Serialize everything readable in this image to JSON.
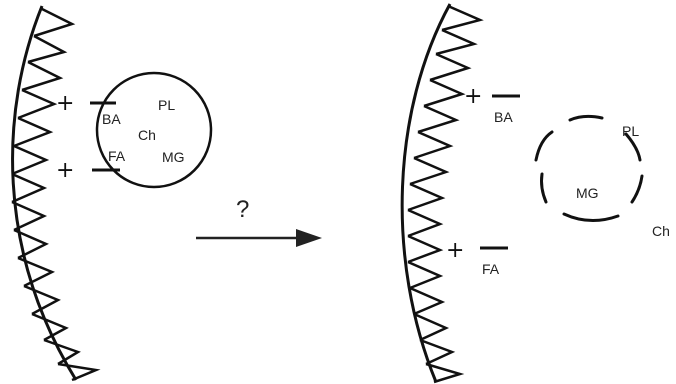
{
  "left_panel": {
    "labels": {
      "ba": "BA",
      "pl": "PL",
      "ch": "Ch",
      "fa": "FA",
      "mg": "MG"
    },
    "signs": {
      "plus_top": "+",
      "plus_bottom": "+"
    }
  },
  "center": {
    "question": "?"
  },
  "right_panel": {
    "labels": {
      "ba": "BA",
      "pl": "PL",
      "mg": "MG",
      "ch": "Ch",
      "fa": "FA"
    },
    "signs": {
      "plus_top": "+",
      "plus_bottom": "+"
    }
  }
}
